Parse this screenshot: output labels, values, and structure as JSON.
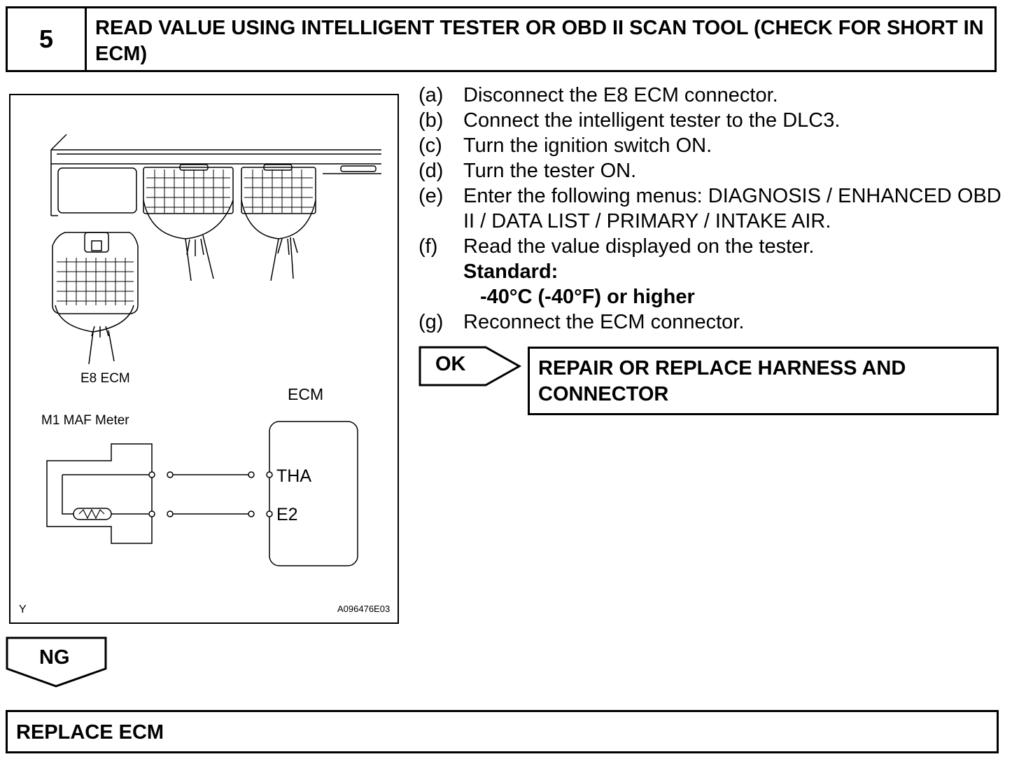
{
  "step": {
    "number": "5",
    "title": "READ VALUE USING INTELLIGENT TESTER OR OBD II SCAN TOOL (CHECK FOR SHORT IN ECM)"
  },
  "figure": {
    "connector_label": "E8 ECM",
    "ecm_label": "ECM",
    "sensor_label": "M1 MAF Meter",
    "pin_tha": "THA",
    "pin_e2": "E2",
    "corner_mark": "Y",
    "figure_id": "A096476E03"
  },
  "instructions": [
    {
      "letter": "(a)",
      "text": "Disconnect the E8 ECM connector."
    },
    {
      "letter": "(b)",
      "text": "Connect the intelligent tester to the DLC3."
    },
    {
      "letter": "(c)",
      "text": "Turn the ignition switch ON."
    },
    {
      "letter": "(d)",
      "text": "Turn the tester ON."
    },
    {
      "letter": "(e)",
      "text": "Enter the following menus: DIAGNOSIS / ENHANCED OBD II / DATA LIST / PRIMARY / INTAKE AIR."
    },
    {
      "letter": "(f)",
      "text": "Read the value displayed on the tester."
    },
    {
      "letter": "(g)",
      "text": "Reconnect the ECM connector."
    }
  ],
  "standard": {
    "label": "Standard:",
    "value": "-40°C (-40°F) or higher"
  },
  "ok": {
    "label": "OK",
    "result": "REPAIR OR REPLACE HARNESS AND CONNECTOR"
  },
  "ng": {
    "label": "NG",
    "result": "REPLACE ECM"
  }
}
